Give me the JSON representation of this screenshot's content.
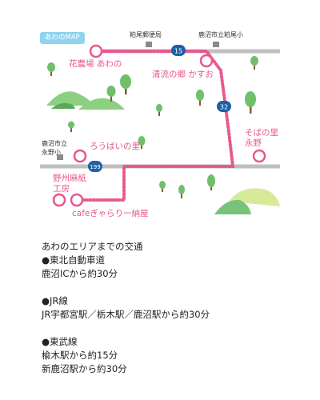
{
  "map": {
    "title": "あわのMAP",
    "colors": {
      "route": "#e8578f",
      "road": "#bfbfbf",
      "route_badge": "#1e5fa8",
      "title_bg": "#8fd3ee",
      "tree": "#6fbf6b",
      "hill": "#8ccf80",
      "trunk": "#8a5a2b"
    },
    "places": {
      "hanano": "花農場 あわの",
      "kasuo": "清流の郷 かすお",
      "sobanosato": "そばの里\n永野",
      "rouba": "ろうばいの里",
      "washi": "野州麻紙\n工房",
      "cafe": "cafeぎゃらり一納屋"
    },
    "landmarks": {
      "post_office": "粕尾郵便局",
      "school_kasuo": "鹿沼市立粕尾小",
      "school_nagano": "鹿沼市立\n永野小"
    },
    "route_numbers": [
      "15",
      "32",
      "199"
    ]
  },
  "access": {
    "heading": "あわのエリアまでの交通",
    "sections": [
      {
        "title": "●東北自動車道",
        "lines": [
          "鹿沼ICから約30分"
        ]
      },
      {
        "title": "●JR線",
        "lines": [
          "JR宇都宮駅／栃木駅／鹿沼駅から約30分"
        ]
      },
      {
        "title": "●東武線",
        "lines": [
          "楡木駅から約15分",
          "新鹿沼駅から約30分"
        ]
      }
    ]
  }
}
